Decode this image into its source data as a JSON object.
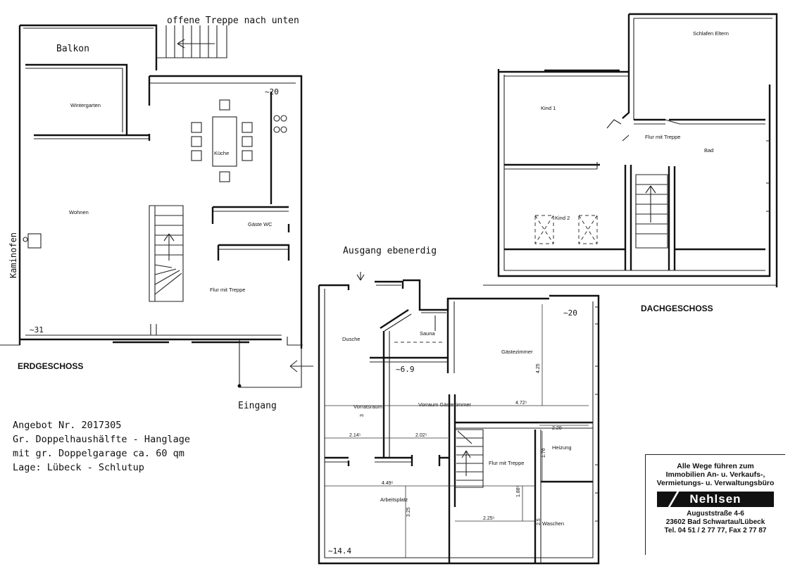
{
  "plan": {
    "erdgeschoss": {
      "heading": "ERDGESCHOSS",
      "level_mark": "~31",
      "level_mark_top": "~20",
      "rooms": {
        "balkon": "Balkon",
        "wintergarten": "Wintergarten",
        "kueche": "Küche",
        "wohnen": "Wohnen",
        "gaeste_wc": "Gäste WC",
        "flur": "Flur mit Treppe",
        "kaminofen": "Kaminofen"
      },
      "stair_note": "offene Treppe nach unten",
      "entrance": "Eingang"
    },
    "untergeschoss": {
      "exit_note": "Ausgang ebenerdig",
      "level_mark": "~20",
      "level_mark_mid": "~6.9",
      "level_mark_bottom": "~14.4",
      "rooms": {
        "dusche": "Dusche",
        "sauna": "Sauna",
        "gaestezimmer": "Gästezimmer",
        "vorratsraum": "Vorratsraum",
        "vorraum_gaestezimmer": "Vorraum Gästezimmer",
        "heizung": "Heizung",
        "flur": "Flur mit Treppe",
        "arbeitsplatz": "Arbeitsplatz",
        "waschen": "Waschen"
      },
      "dimensions": {
        "d1": "4.25",
        "d2": "4.72⁵",
        "d3": "2.20",
        "d4": "2.14⁵",
        "d5": "2.02⁵",
        "d6": "1.76",
        "d7": "4.49⁵",
        "d8": "1.88⁵",
        "d9": "2.25⁵",
        "d10": "3.25",
        "d11": "3",
        "d12": "2.5"
      }
    },
    "dachgeschoss": {
      "heading": "DACHGESCHOSS",
      "rooms": {
        "schlafen": "Schlafen Eltern",
        "kind1": "Kind 1",
        "flur": "Flur mit Treppe",
        "bad": "Bad",
        "kind2": "Kind 2"
      }
    }
  },
  "offer": {
    "line1": "Angebot Nr. 2017305",
    "line2": "Gr. Doppelhaushälfte - Hanglage",
    "line3": "mit gr. Doppelgarage ca. 60 qm",
    "line4": "Lage: Lübeck - Schlutup"
  },
  "agency": {
    "head1": "Alle Wege führen zum",
    "head2": "Immobilien An- u. Verkaufs-,",
    "head3": "Vermietungs- u. Verwaltungsbüro",
    "logo": "Nehlsen",
    "street": "Auguststraße 4-6",
    "city": "23602 Bad Schwartau/Lübeck",
    "phone": "Tel. 04 51 / 2 77 77, Fax 2 77 87"
  }
}
